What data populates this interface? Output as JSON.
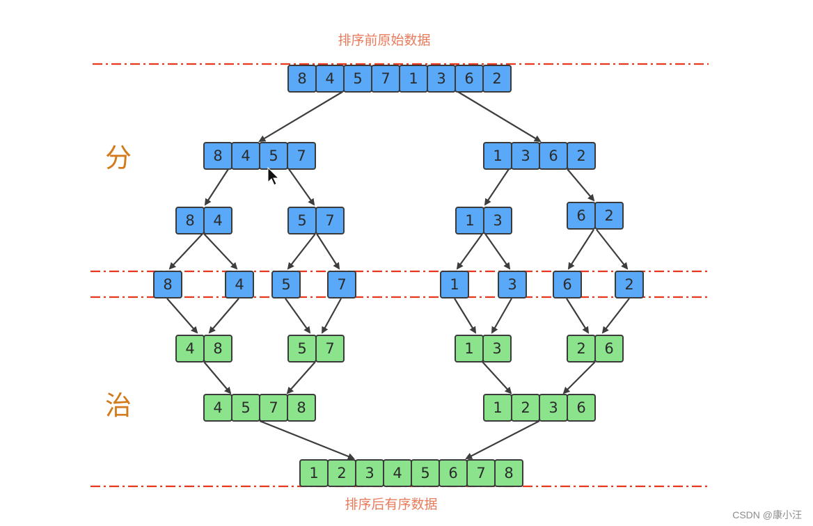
{
  "captions": {
    "top": "排序前原始数据",
    "bottom": "排序后有序数据"
  },
  "phases": {
    "divide": "分",
    "conquer": "治"
  },
  "watermark": "CSDN @康小汪",
  "colors": {
    "split_fill": "#5aa9f8",
    "merged_fill": "#8be48c",
    "divider_line": "#e8361e",
    "caption_text": "#e97b5c",
    "phase_text": "#d27a1c"
  },
  "arrays": {
    "original": [
      "8",
      "4",
      "5",
      "7",
      "1",
      "3",
      "6",
      "2"
    ],
    "split_left": [
      "8",
      "4",
      "5",
      "7"
    ],
    "split_right": [
      "1",
      "3",
      "6",
      "2"
    ],
    "split_84": [
      "8",
      "4"
    ],
    "split_57": [
      "5",
      "7"
    ],
    "split_13": [
      "1",
      "3"
    ],
    "split_62": [
      "6",
      "2"
    ],
    "leaf_8": [
      "8"
    ],
    "leaf_4": [
      "4"
    ],
    "leaf_5": [
      "5"
    ],
    "leaf_7": [
      "7"
    ],
    "leaf_1": [
      "1"
    ],
    "leaf_3": [
      "3"
    ],
    "leaf_6": [
      "6"
    ],
    "leaf_2": [
      "2"
    ],
    "merged_48": [
      "4",
      "8"
    ],
    "merged_57": [
      "5",
      "7"
    ],
    "merged_13": [
      "1",
      "3"
    ],
    "merged_26": [
      "2",
      "6"
    ],
    "merged_4578": [
      "4",
      "5",
      "7",
      "8"
    ],
    "merged_1236": [
      "1",
      "2",
      "3",
      "6"
    ],
    "sorted": [
      "1",
      "2",
      "3",
      "4",
      "5",
      "6",
      "7",
      "8"
    ]
  }
}
